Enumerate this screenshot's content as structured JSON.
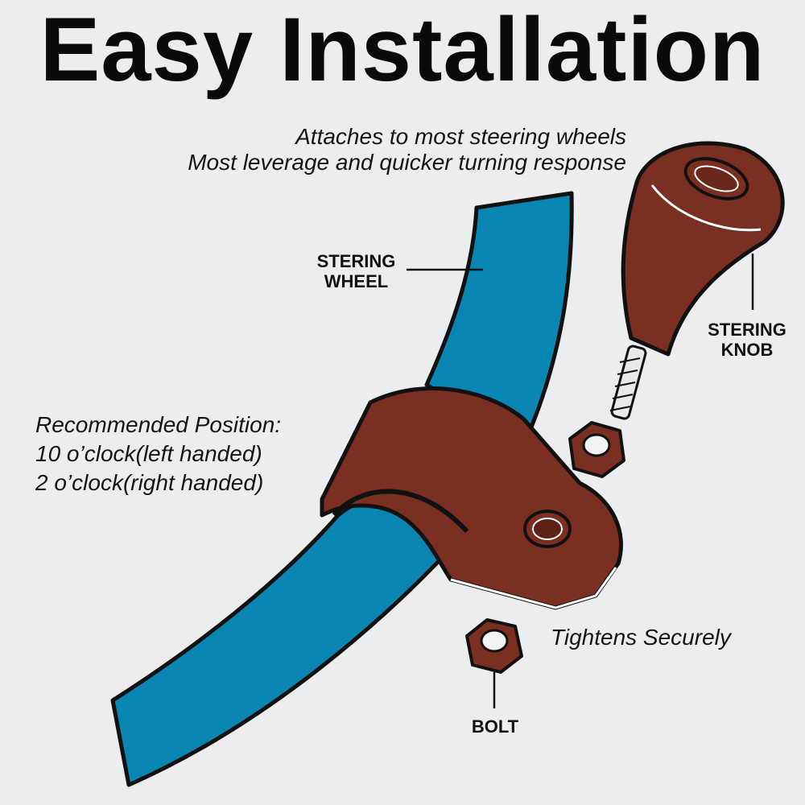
{
  "title": "Easy Installation",
  "subtitle": {
    "line1": "Attaches to most steering wheels",
    "line2": "Most leverage and quicker turning response"
  },
  "labels": {
    "wheel_line1": "STERING",
    "wheel_line2": "WHEEL",
    "knob_line1": "STERING",
    "knob_line2": "KNOB",
    "bolt": "BOLT"
  },
  "position_note": {
    "line1": "Recommended Position:",
    "line2": "10 o’clock(left handed)",
    "line3": "2 o’clock(right handed)"
  },
  "tightens": "Tightens Securely",
  "colors": {
    "background": "#ecedef",
    "wheel": "#0a86b2",
    "clamp": "#7a2f20",
    "outline": "#111111"
  }
}
